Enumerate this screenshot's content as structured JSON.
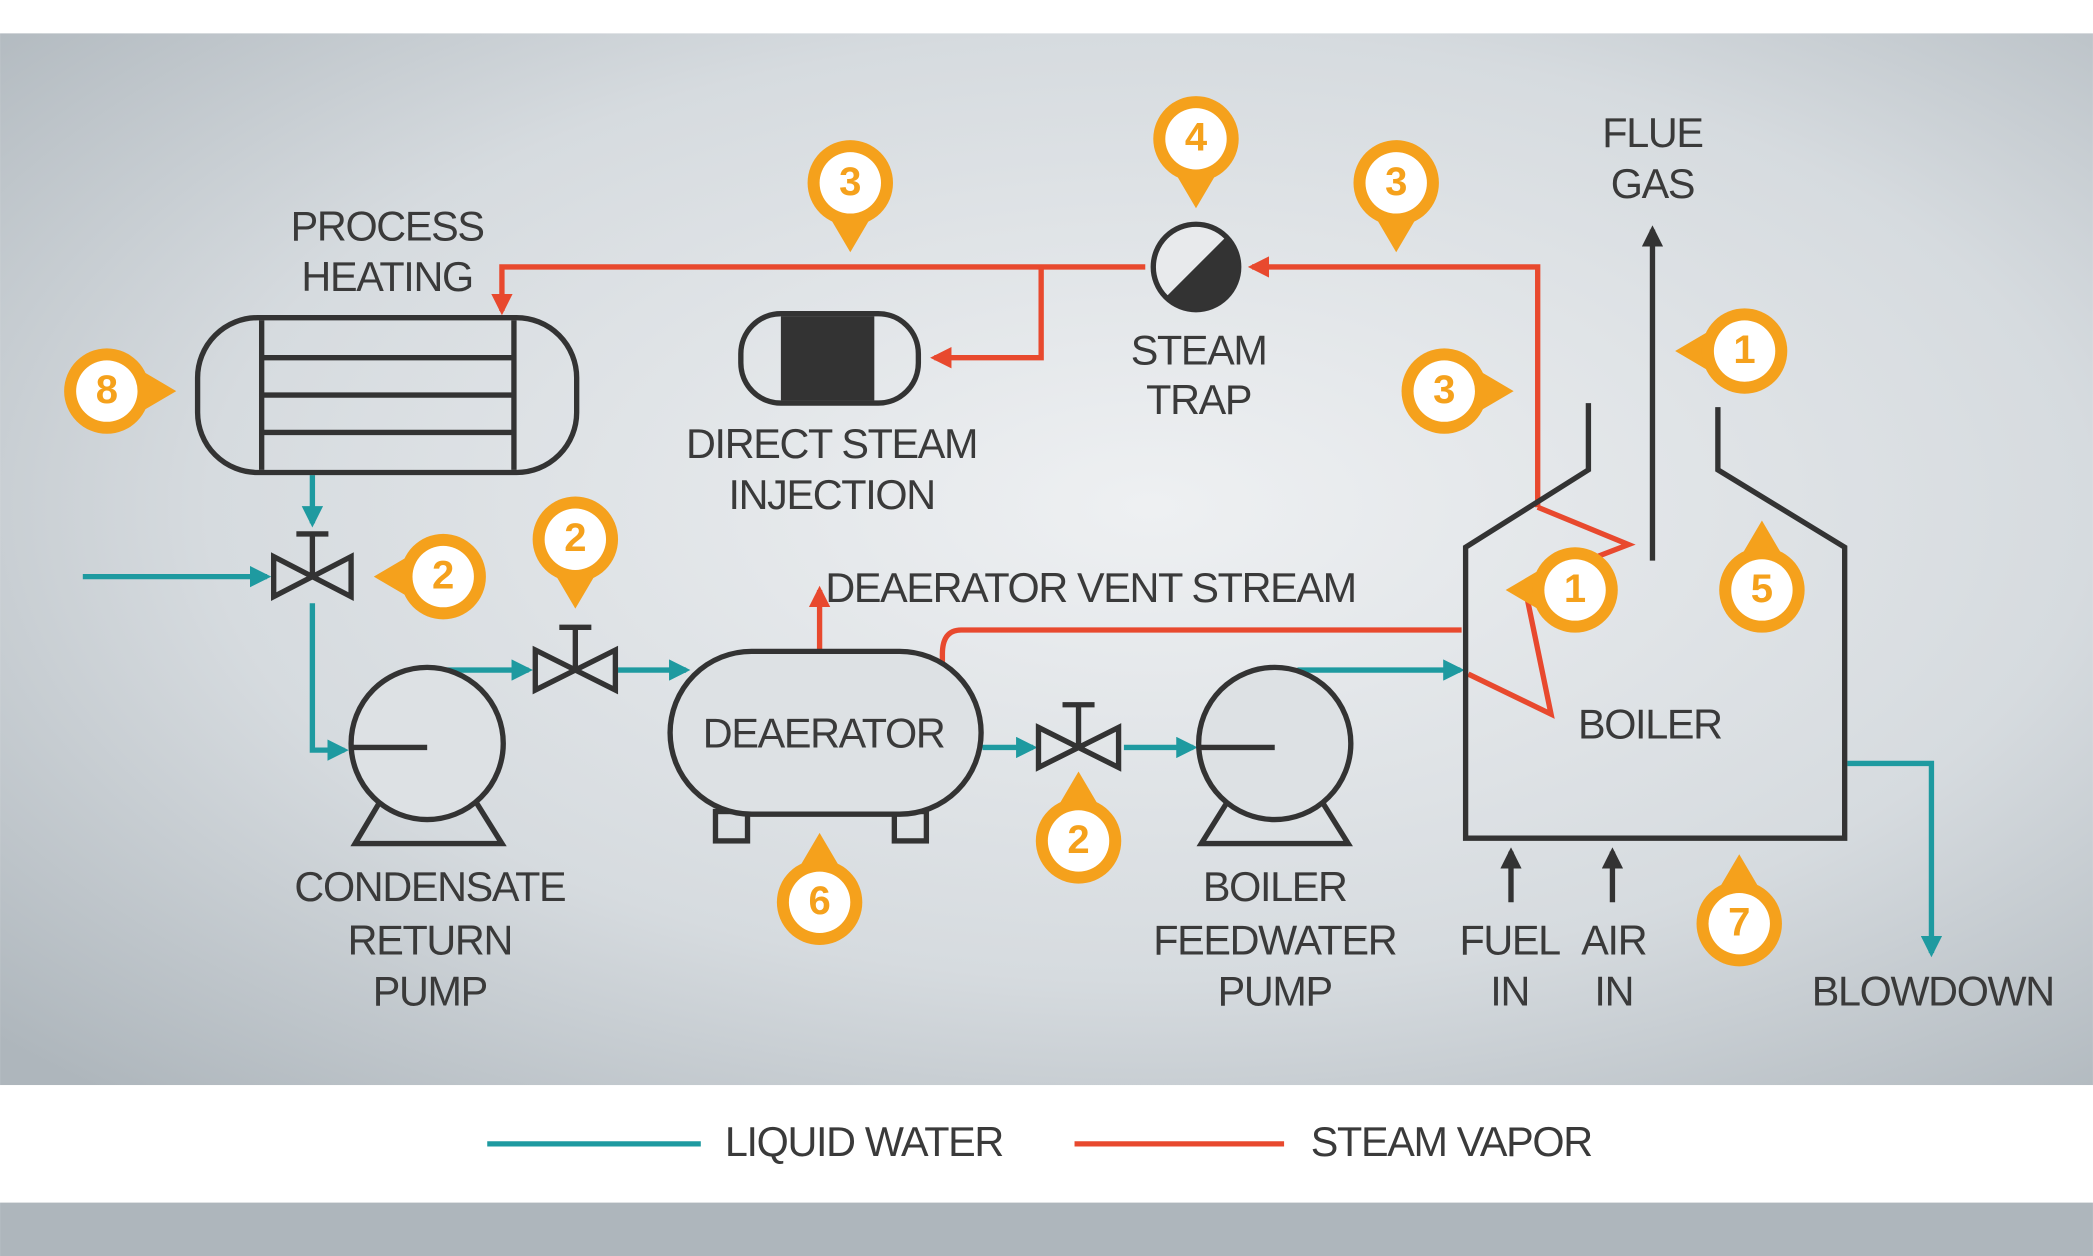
{
  "labels": {
    "process_heating": [
      "PROCESS",
      "HEATING"
    ],
    "direct_steam_injection": [
      "DIRECT STEAM",
      "INJECTION"
    ],
    "steam_trap": [
      "STEAM",
      "TRAP"
    ],
    "flue_gas": [
      "FLUE",
      "GAS"
    ],
    "deaerator_vent_stream": "DEAERATOR VENT STREAM",
    "deaerator": "DEAERATOR",
    "boiler": "BOILER",
    "condensate_return_pump": [
      "CONDENSATE",
      "RETURN",
      "PUMP"
    ],
    "boiler_feedwater_pump": [
      "BOILER",
      "FEEDWATER",
      "PUMP"
    ],
    "fuel_in": [
      "FUEL",
      "IN"
    ],
    "air_in": [
      "AIR",
      "IN"
    ],
    "blowdown": "BLOWDOWN"
  },
  "markers": [
    "3",
    "4",
    "3",
    "3",
    "1",
    "8",
    "2",
    "2",
    "1",
    "5",
    "6",
    "2",
    "7"
  ],
  "legend": {
    "liquid_water": "LIQUID WATER",
    "steam_vapor": "STEAM VAPOR"
  },
  "colors": {
    "liquid_water": "#1E9AA0",
    "steam_vapor": "#E8492E",
    "marker": "#F5A11C",
    "equipment": "#333333"
  }
}
